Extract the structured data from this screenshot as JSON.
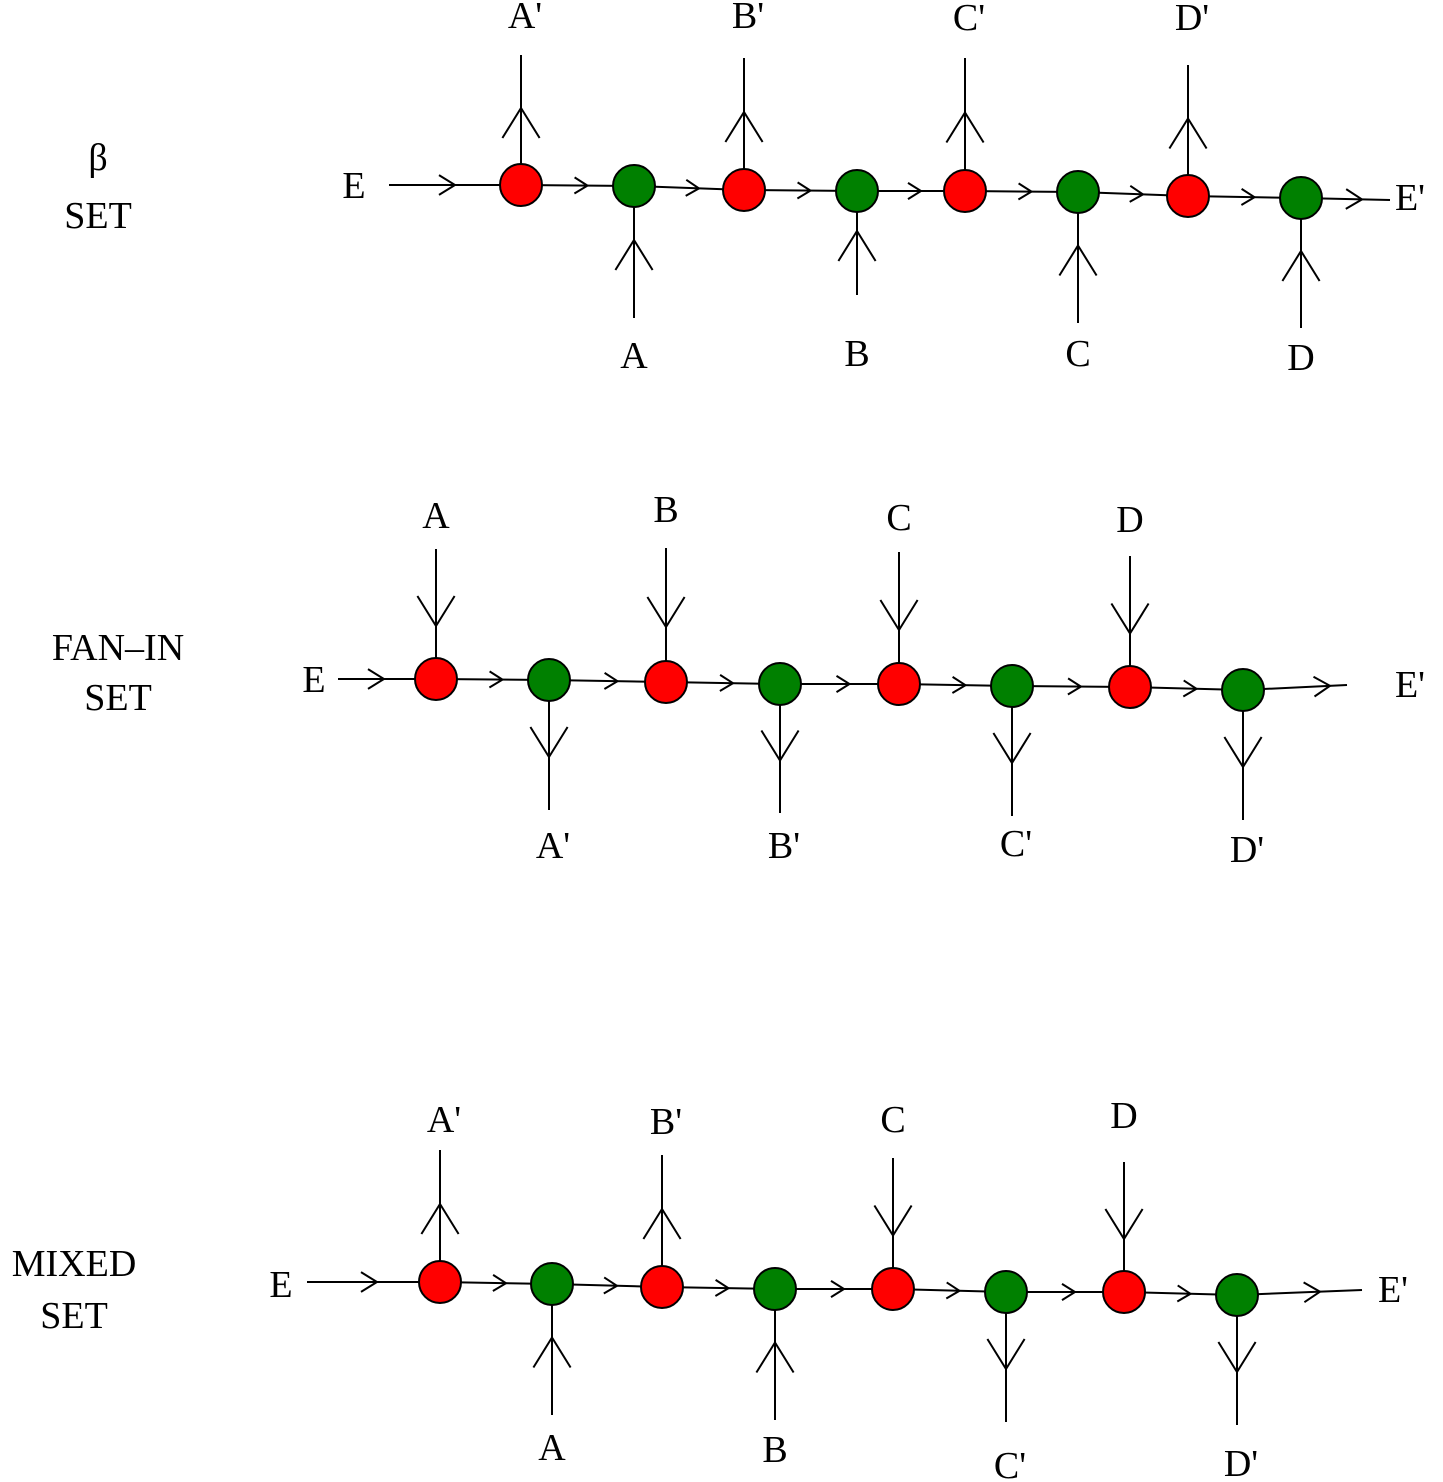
{
  "colors": {
    "red": "#ff0000",
    "green": "#008000",
    "line": "#000000"
  },
  "rows": [
    {
      "id": "beta",
      "label_lines": [
        "β",
        "SET"
      ],
      "input_label": "E",
      "output_label": "E'",
      "node_colors": [
        "red",
        "green",
        "red",
        "green",
        "red",
        "green",
        "red",
        "green"
      ],
      "branches": [
        {
          "text": "A'",
          "side": "up",
          "flow": "out"
        },
        {
          "text": "A",
          "side": "down",
          "flow": "in"
        },
        {
          "text": "B'",
          "side": "up",
          "flow": "out"
        },
        {
          "text": "B",
          "side": "down",
          "flow": "in"
        },
        {
          "text": "C'",
          "side": "up",
          "flow": "out"
        },
        {
          "text": "C",
          "side": "down",
          "flow": "in"
        },
        {
          "text": "D'",
          "side": "up",
          "flow": "out"
        },
        {
          "text": "D",
          "side": "down",
          "flow": "in"
        }
      ]
    },
    {
      "id": "fan-in",
      "label_lines": [
        "FAN–IN",
        "SET"
      ],
      "input_label": "E",
      "output_label": "E'",
      "node_colors": [
        "red",
        "green",
        "red",
        "green",
        "red",
        "green",
        "red",
        "green"
      ],
      "branches": [
        {
          "text": "A",
          "side": "up",
          "flow": "in"
        },
        {
          "text": "A'",
          "side": "down",
          "flow": "out"
        },
        {
          "text": "B",
          "side": "up",
          "flow": "in"
        },
        {
          "text": "B'",
          "side": "down",
          "flow": "out"
        },
        {
          "text": "C",
          "side": "up",
          "flow": "in"
        },
        {
          "text": "C'",
          "side": "down",
          "flow": "out"
        },
        {
          "text": "D",
          "side": "up",
          "flow": "in"
        },
        {
          "text": "D'",
          "side": "down",
          "flow": "out"
        }
      ]
    },
    {
      "id": "mixed",
      "label_lines": [
        "MIXED",
        "SET"
      ],
      "input_label": "E",
      "output_label": "E'",
      "node_colors": [
        "red",
        "green",
        "red",
        "green",
        "red",
        "green",
        "red",
        "green"
      ],
      "branches": [
        {
          "text": "A'",
          "side": "up",
          "flow": "out"
        },
        {
          "text": "A",
          "side": "down",
          "flow": "in"
        },
        {
          "text": "B'",
          "side": "up",
          "flow": "out"
        },
        {
          "text": "B",
          "side": "down",
          "flow": "in"
        },
        {
          "text": "C",
          "side": "up",
          "flow": "in"
        },
        {
          "text": "C'",
          "side": "down",
          "flow": "out"
        },
        {
          "text": "D",
          "side": "up",
          "flow": "in"
        },
        {
          "text": "D'",
          "side": "down",
          "flow": "out"
        }
      ]
    }
  ]
}
